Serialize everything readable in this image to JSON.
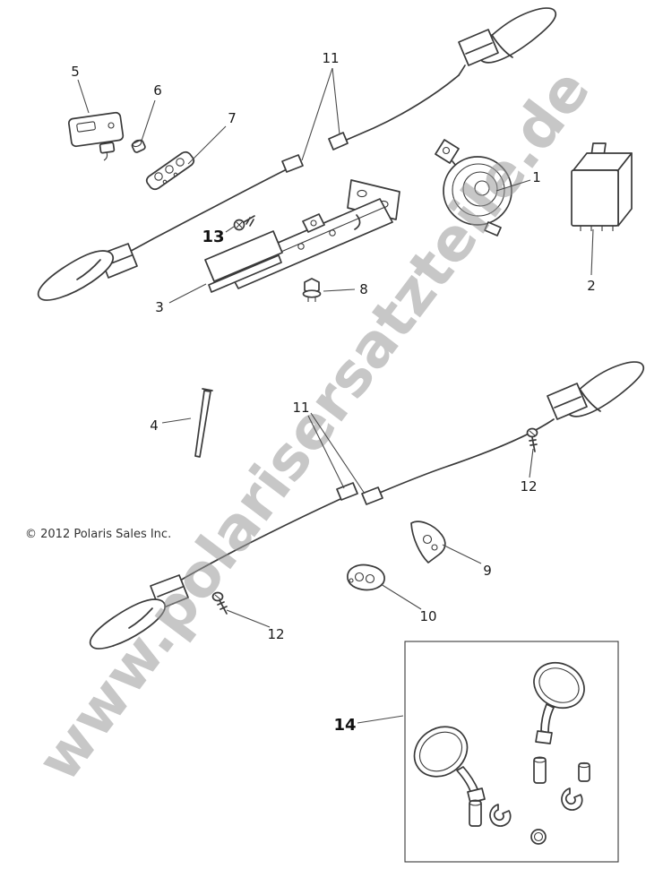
{
  "watermark": {
    "text": "www.polarisersatzteile.de",
    "color": "#9a9a9a"
  },
  "copyright": "© 2012 Polaris Sales Inc.",
  "callouts": {
    "c1": "1",
    "c2": "2",
    "c3": "3",
    "c4": "4",
    "c5": "5",
    "c6": "6",
    "c7": "7",
    "c8": "8",
    "c9": "9",
    "c10": "10",
    "c11_top": "11",
    "c11_bottom": "11",
    "c12_right": "12",
    "c12_left": "12",
    "c13": "13",
    "c14": "14"
  }
}
